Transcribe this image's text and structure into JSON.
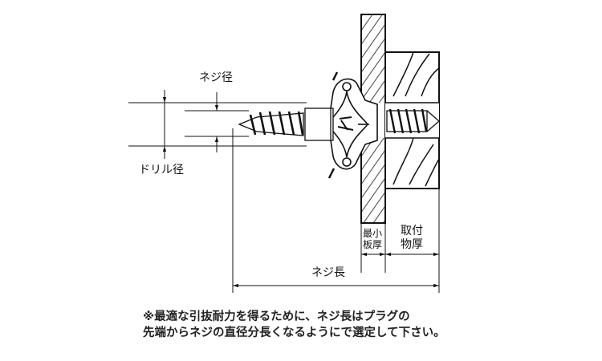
{
  "labels": {
    "screw_diameter": "ネジ径",
    "drill_diameter": "ドリル径",
    "min_board_thickness_1": "最小",
    "min_board_thickness_2": "板厚",
    "fixture_thickness_1": "取付",
    "fixture_thickness_2": "物厚",
    "screw_length": "ネジ長"
  },
  "note": {
    "line1": "※最適な引抜耐力を得るために、ネジ長はプラグの",
    "line2": "先端からネジの直径分長くなるようにで選定して下さい。"
  }
}
